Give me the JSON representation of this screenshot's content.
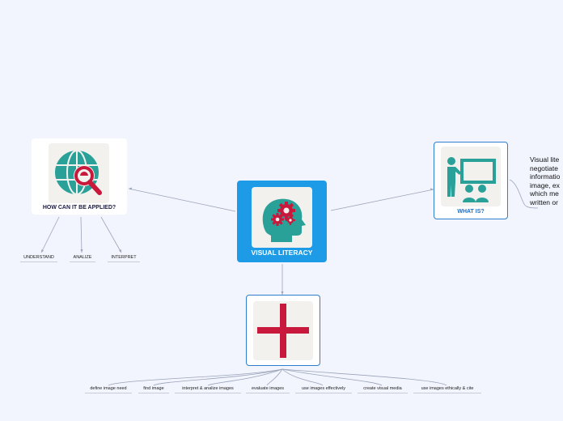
{
  "central": {
    "label": "VISUAL LITERACY",
    "icon": "head-gears-icon"
  },
  "branches": {
    "applied": {
      "label": "HOW CAN IT BE APPLIED?",
      "icon": "globe-magnifier-icon",
      "children": [
        "UNDERSTAND",
        "ANALIZE",
        "INTERPRET"
      ]
    },
    "what_is": {
      "label": "WHAT IS?",
      "icon": "teacher-board-icon",
      "description": [
        "Visual lite",
        "negotiate",
        "informatio",
        "image, ex",
        "which me",
        "written or"
      ]
    },
    "skills": {
      "label": "",
      "icon": "red-cross-icon",
      "children": [
        "define image need",
        "find image",
        "interpret & analize images",
        "evaluate images",
        "use images effectively",
        "create visual media",
        "use images ethically & cite"
      ]
    }
  },
  "colors": {
    "background": "#f2f5fe",
    "central": "#1e9be6",
    "accent_red": "#c8193c",
    "teal": "#2aa198",
    "border_blue": "#2f7fd1",
    "connector": "#9aa3b8"
  }
}
